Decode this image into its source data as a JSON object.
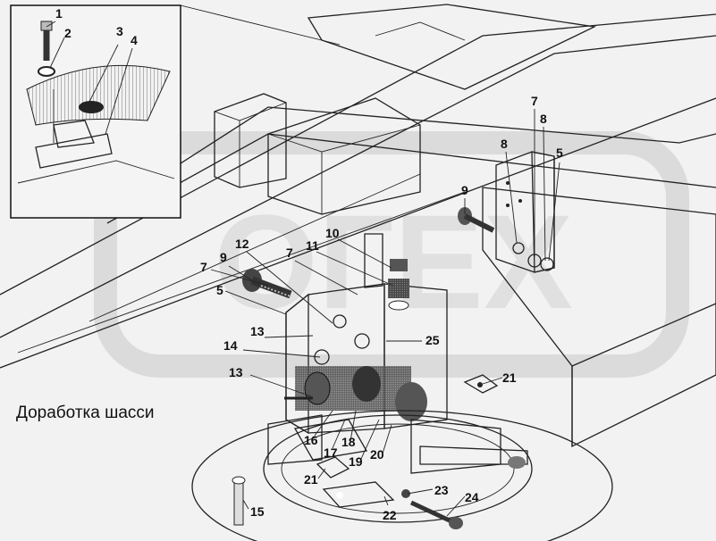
{
  "caption": "Доработка шасси",
  "watermark": "ОГЕХ",
  "callouts": {
    "c1": "1",
    "c2": "2",
    "c3": "3",
    "c4": "4",
    "c5a": "5",
    "c5b": "5",
    "c7a": "7",
    "c7b": "7",
    "c7c": "7",
    "c8a": "8",
    "c8b": "8",
    "c9a": "9",
    "c9b": "9",
    "c10": "10",
    "c11": "11",
    "c12": "12",
    "c13a": "13",
    "c13b": "13",
    "c14": "14",
    "c15": "15",
    "c16": "16",
    "c17": "17",
    "c18": "18",
    "c19": "19",
    "c20": "20",
    "c21a": "21",
    "c21b": "21",
    "c22": "22",
    "c23": "23",
    "c24": "24",
    "c25": "25"
  },
  "colors": {
    "paper": "#f2f2f2",
    "ink": "#222222",
    "watermark": "#cfcfcf"
  }
}
